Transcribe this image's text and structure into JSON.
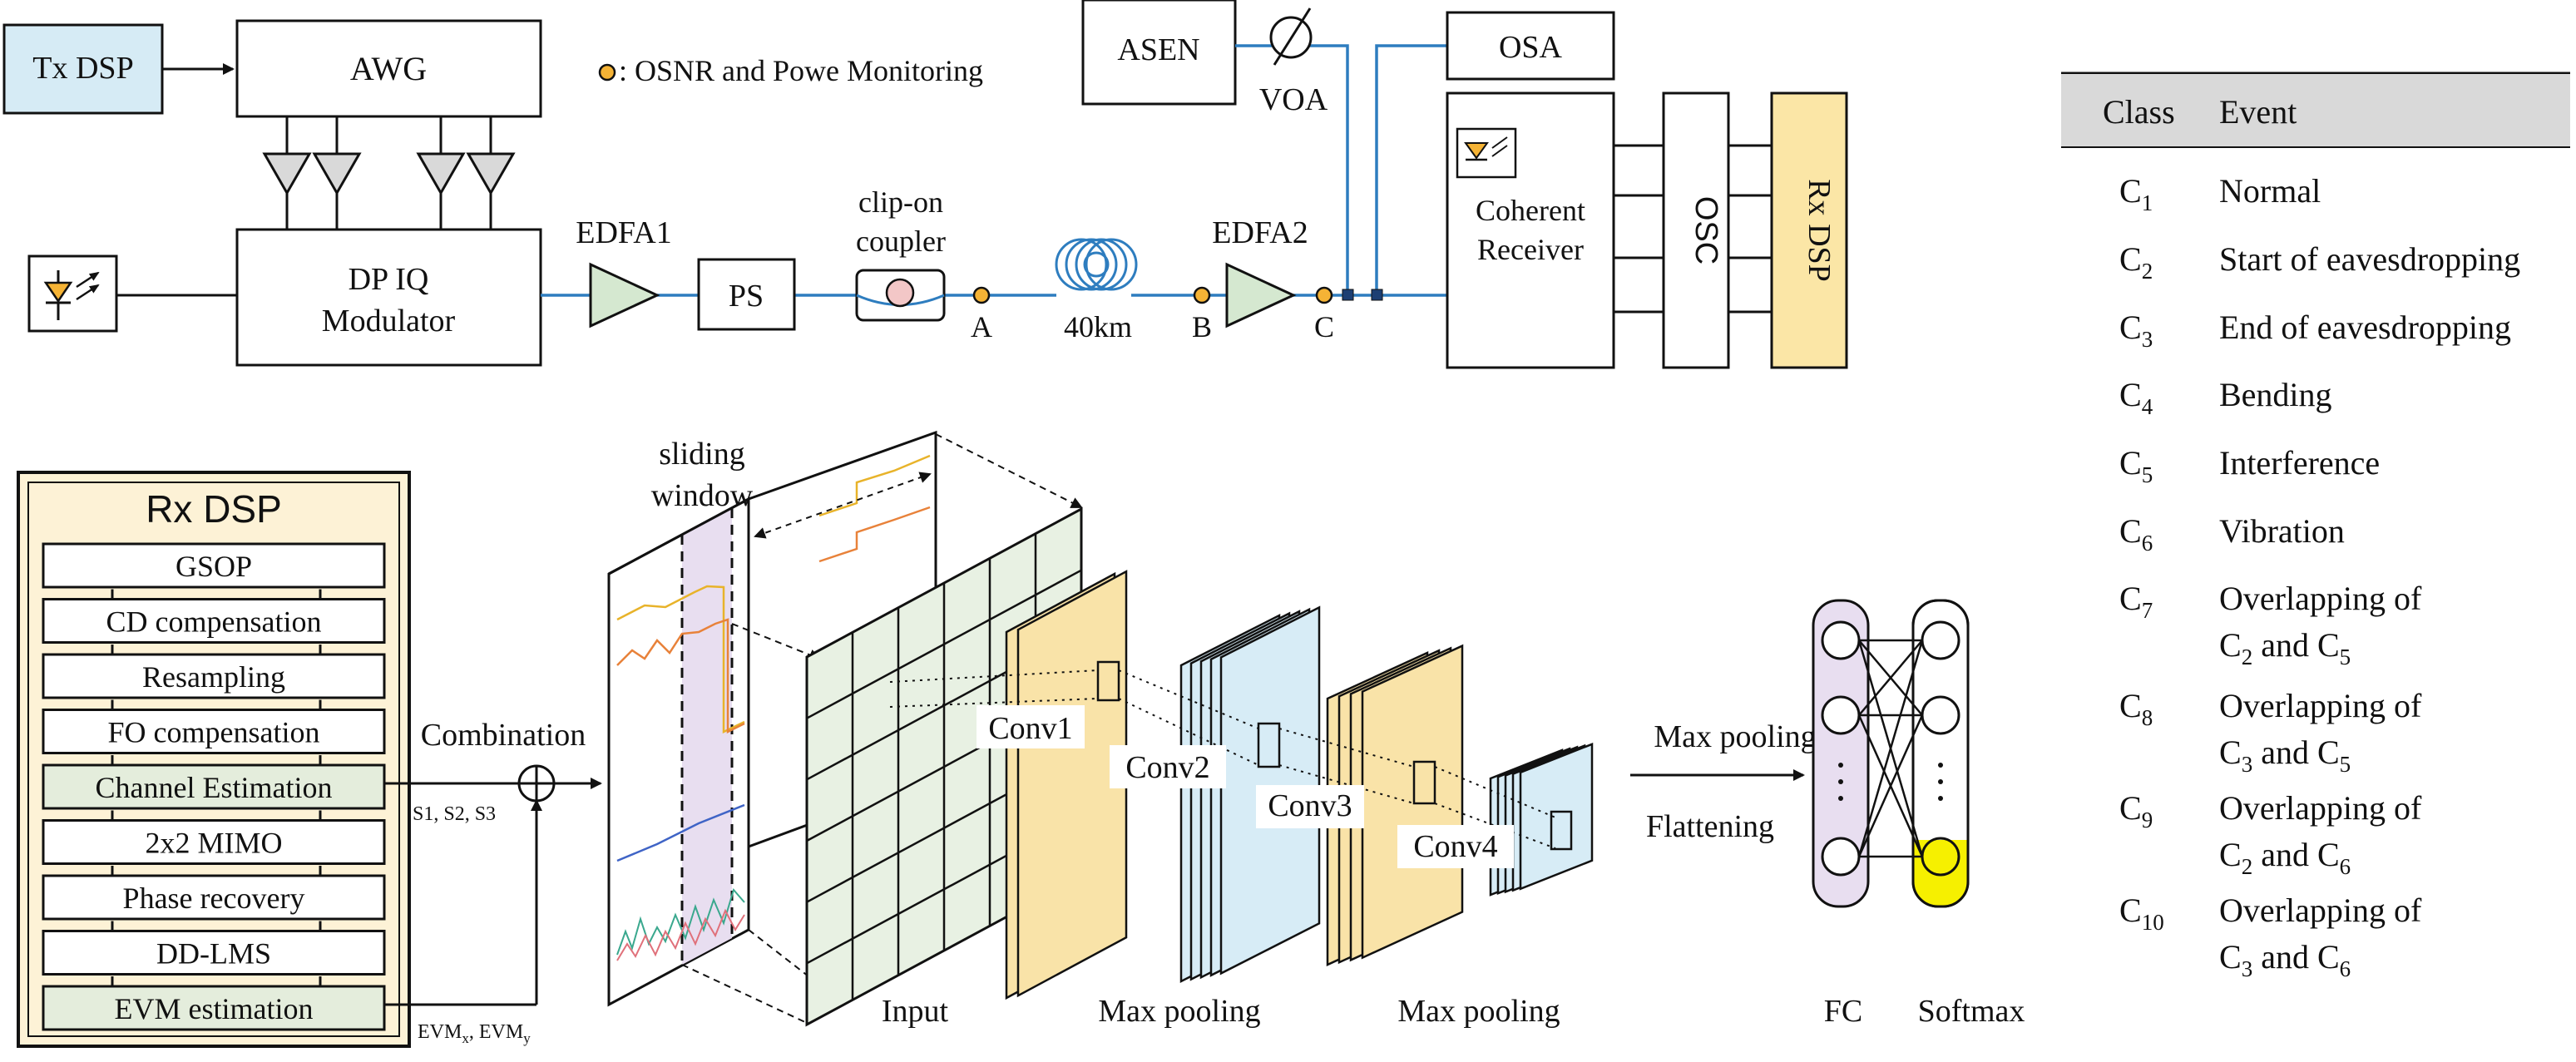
{
  "top": {
    "tx_dsp": "Tx DSP",
    "awg": "AWG",
    "monitor_legend": ": OSNR and Powe Monitoring",
    "modulator_line1": "DP IQ",
    "modulator_line2": "Modulator",
    "edfa1": "EDFA1",
    "ps": "PS",
    "coupler_line1": "clip-on",
    "coupler_line2": "coupler",
    "point_a": "A",
    "fiber": "40km",
    "point_b": "B",
    "edfa2": "EDFA2",
    "point_c": "C",
    "asen": "ASEN",
    "voa": "VOA",
    "osa": "OSA",
    "receiver_line1": "Coherent",
    "receiver_line2": "Receiver",
    "osc": "OSC",
    "rx_dsp": "Rx DSP"
  },
  "rx_dsp_panel": {
    "title": "Rx DSP",
    "blocks": [
      "GSOP",
      "CD compensation",
      "Resampling",
      "FO compensation",
      "Channel Estimation",
      "2x2 MIMO",
      "Phase recovery",
      "DD-LMS",
      "EVM estimation"
    ],
    "combination": "Combination",
    "s_label": "S1, S2, S3",
    "evm_main": "EVM",
    "evm_sub_x": "x",
    "evm_sep": ", EVM",
    "evm_sub_y": "y"
  },
  "cnn": {
    "sliding_line1": "sliding",
    "sliding_line2": "window",
    "input": "Input",
    "conv1": "Conv1",
    "conv2": "Conv2",
    "conv3": "Conv3",
    "conv4": "Conv4",
    "maxpool1": "Max pooling",
    "maxpool2": "Max pooling",
    "maxpool_flatten_line1": "Max pooling",
    "maxpool_flatten_line2": "Flattening",
    "fc": "FC",
    "softmax": "Softmax"
  },
  "class_table": {
    "header_class": "Class",
    "header_event": "Event",
    "rows": [
      {
        "sym": "C",
        "sub": "1",
        "line1": "Normal",
        "line2_pre": "",
        "line2_s1": "",
        "line2_mid": "",
        "line2_s2": ""
      },
      {
        "sym": "C",
        "sub": "2",
        "line1": "Start of eavesdropping",
        "line2_pre": "",
        "line2_s1": "",
        "line2_mid": "",
        "line2_s2": ""
      },
      {
        "sym": "C",
        "sub": "3",
        "line1": "End of eavesdropping",
        "line2_pre": "",
        "line2_s1": "",
        "line2_mid": "",
        "line2_s2": ""
      },
      {
        "sym": "C",
        "sub": "4",
        "line1": "Bending",
        "line2_pre": "",
        "line2_s1": "",
        "line2_mid": "",
        "line2_s2": ""
      },
      {
        "sym": "C",
        "sub": "5",
        "line1": "Interference",
        "line2_pre": "",
        "line2_s1": "",
        "line2_mid": "",
        "line2_s2": ""
      },
      {
        "sym": "C",
        "sub": "6",
        "line1": "Vibration",
        "line2_pre": "",
        "line2_s1": "",
        "line2_mid": "",
        "line2_s2": ""
      },
      {
        "sym": "C",
        "sub": "7",
        "line1": "Overlapping of",
        "line2_pre": "C",
        "line2_s1": "2",
        "line2_mid": " and C",
        "line2_s2": "5"
      },
      {
        "sym": "C",
        "sub": "8",
        "line1": "Overlapping of",
        "line2_pre": "C",
        "line2_s1": "3",
        "line2_mid": " and C",
        "line2_s2": "5"
      },
      {
        "sym": "C",
        "sub": "9",
        "line1": "Overlapping of",
        "line2_pre": "C",
        "line2_s1": "2",
        "line2_mid": " and C",
        "line2_s2": "6"
      },
      {
        "sym": "C",
        "sub": "10",
        "line1": "Overlapping of",
        "line2_pre": "C",
        "line2_s1": "3",
        "line2_mid": " and C",
        "line2_s2": "6"
      }
    ]
  },
  "colors": {
    "tx_dsp_fill": "#d6ebf5",
    "rx_dsp_fill": "#fbe6a6",
    "rx_panel_fill": "#fdf2d6",
    "block_fill": "#ffffff",
    "highlight_block_fill": "#e4eddc",
    "fiber_line": "#2e7dbf",
    "edfa_fill": "#d5e8d0",
    "monitor_dot": "#f5b335",
    "feature_yellow": "#f9e3a8",
    "feature_blue": "#d7ecf6",
    "window_fill": "#e8def0",
    "table_header_fill": "#d9d9d9",
    "softmax_highlight": "#f6f000"
  }
}
